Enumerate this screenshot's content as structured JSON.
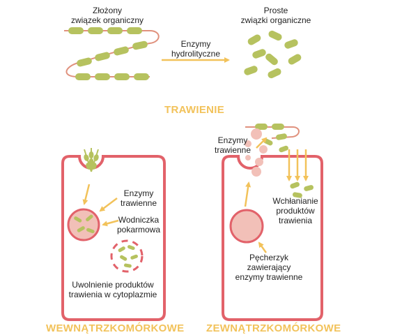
{
  "colors": {
    "chain": "#e0917d",
    "granule": "#b6c25f",
    "membrane": "#e2626a",
    "vesicle_fill": "#f2c0b8",
    "arrow": "#f2c25a",
    "title": "#f2c25a",
    "text": "#222222"
  },
  "top": {
    "complex_label": [
      "Złożony",
      "związek organiczny"
    ],
    "enzymes_label": [
      "Enzymy",
      "hydrolityczne"
    ],
    "simple_label": [
      "Proste",
      "związki organiczne"
    ],
    "title": "TRAWIENIE"
  },
  "intracellular": {
    "enzymes_label": [
      "Enzymy",
      "trawienne"
    ],
    "vacuole_label": [
      "Wodniczka",
      "pokarmowa"
    ],
    "release_label": [
      "Uwolnienie produktów",
      "trawienia w cytoplazmie"
    ],
    "title": "WEWNĄTRZKOMÓRKOWE"
  },
  "extracellular": {
    "enzymes_label": [
      "Enzymy",
      "trawienne"
    ],
    "absorption_label": [
      "Wchłanianie",
      "produktów",
      "trawienia"
    ],
    "vesicle_label": [
      "Pęcherzyk",
      "zawierający",
      "enzymy trawienne"
    ],
    "title": "ZEWNĄTRZKOMÓRKOWE"
  }
}
